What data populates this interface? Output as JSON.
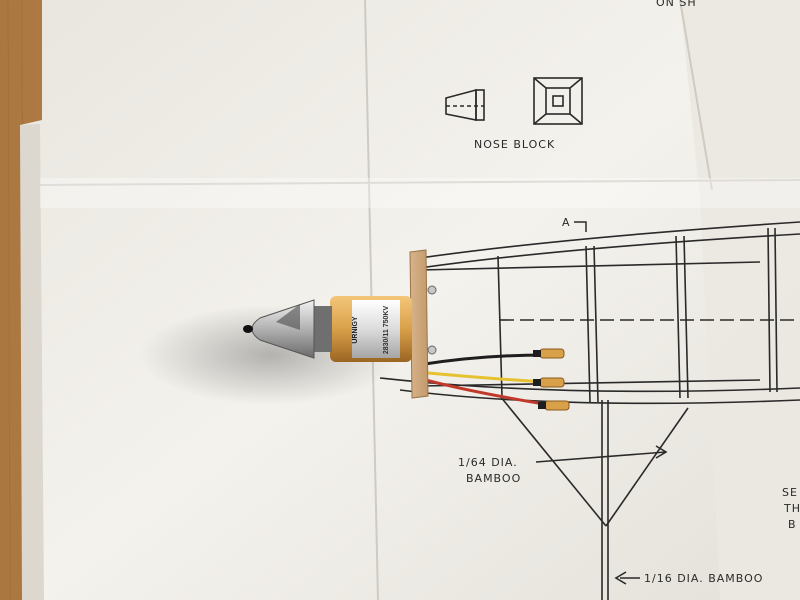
{
  "plan": {
    "nose_block_label": "NOSE BLOCK",
    "section_marker": "A",
    "callout_bamboo_164_line1": "1/64 DIA.",
    "callout_bamboo_164_line2": "BAMBOO",
    "callout_bamboo_116": "1/16 DIA. BAMBOO",
    "top_partial_text": "ON SH",
    "right_partial_line1": "SE",
    "right_partial_line2": "TH",
    "right_partial_line3": "B"
  },
  "motor": {
    "brand": "URNIGY",
    "model_label": "2830/11 750KV"
  },
  "colors": {
    "table_wood": "#b98a55",
    "paper": "#f3f1ec",
    "ink": "#2a2a2a",
    "motor_gold": "#d9a04a",
    "wire_red": "#c0392b",
    "wire_yellow": "#e6c230",
    "wire_black": "#1e1e1e"
  }
}
